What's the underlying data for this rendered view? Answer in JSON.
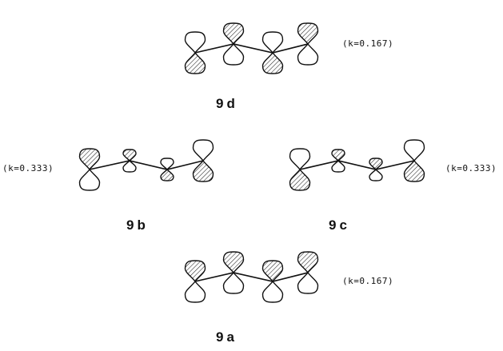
{
  "diagrams": [
    {
      "id": "9d",
      "label": "9d",
      "k_label": "(k=0.167)",
      "orbitals": [
        {
          "top_lobe": "large",
          "top_shaded": false,
          "bottom_shaded": true
        },
        {
          "top_lobe": "large",
          "top_shaded": true,
          "bottom_shaded": false
        },
        {
          "top_lobe": "large",
          "top_shaded": false,
          "bottom_shaded": true
        },
        {
          "top_lobe": "large",
          "top_shaded": true,
          "bottom_shaded": false
        }
      ]
    },
    {
      "id": "9b",
      "label": "9b",
      "k_label": "(k=0.333)",
      "orbitals": [
        {
          "top_lobe": "large",
          "top_shaded": true,
          "bottom_shaded": false
        },
        {
          "top_lobe": "small",
          "top_shaded": true,
          "bottom_shaded": false
        },
        {
          "top_lobe": "small",
          "top_shaded": false,
          "bottom_shaded": true
        },
        {
          "top_lobe": "large",
          "top_shaded": false,
          "bottom_shaded": true
        }
      ]
    },
    {
      "id": "9c",
      "label": "9c",
      "k_label": "(k=0.333)",
      "orbitals": [
        {
          "top_lobe": "large",
          "top_shaded": false,
          "bottom_shaded": true
        },
        {
          "top_lobe": "small",
          "top_shaded": true,
          "bottom_shaded": false
        },
        {
          "top_lobe": "small",
          "top_shaded": true,
          "bottom_shaded": false
        },
        {
          "top_lobe": "large",
          "top_shaded": false,
          "bottom_shaded": true
        }
      ]
    },
    {
      "id": "9a",
      "label": "9a",
      "k_label": "(k=0.167)",
      "orbitals": [
        {
          "top_lobe": "large",
          "top_shaded": true,
          "bottom_shaded": false
        },
        {
          "top_lobe": "large",
          "top_shaded": true,
          "bottom_shaded": false
        },
        {
          "top_lobe": "large",
          "top_shaded": true,
          "bottom_shaded": false
        },
        {
          "top_lobe": "large",
          "top_shaded": true,
          "bottom_shaded": false
        }
      ]
    }
  ]
}
